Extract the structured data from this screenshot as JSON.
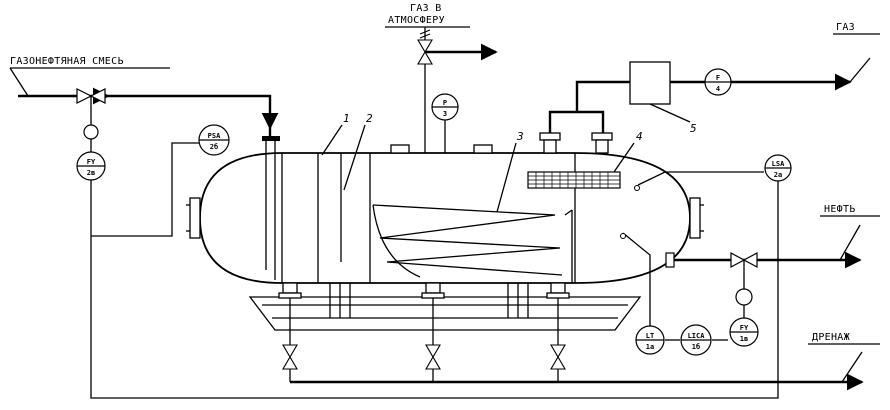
{
  "flows": {
    "inlet": "ГАЗОНЕФТЯНАЯ СМЕСЬ",
    "gas_atm_line1": "ГАЗ В",
    "gas_atm_line2": "АТМОСФЕРУ",
    "gas": "ГАЗ",
    "oil": "НЕФТЬ",
    "drain": "ДРЕНАЖ"
  },
  "instruments": {
    "psa_2b": {
      "line1": "PSA",
      "line2": "2б"
    },
    "p_3": {
      "line1": "P",
      "line2": "3"
    },
    "f_4": {
      "line1": "F",
      "line2": "4"
    },
    "lsa_2a": {
      "line1": "LSA",
      "line2": "2a"
    },
    "lt_1a": {
      "line1": "LT",
      "line2": "1a"
    },
    "lica_1b": {
      "line1": "LICA",
      "line2": "1б"
    },
    "fy_2v": {
      "line1": "FY",
      "line2": "2в"
    },
    "fy_1v": {
      "line1": "FY",
      "line2": "1в"
    }
  },
  "callouts": {
    "c1": "1",
    "c2": "2",
    "c3": "3",
    "c4": "4",
    "c5": "5"
  }
}
